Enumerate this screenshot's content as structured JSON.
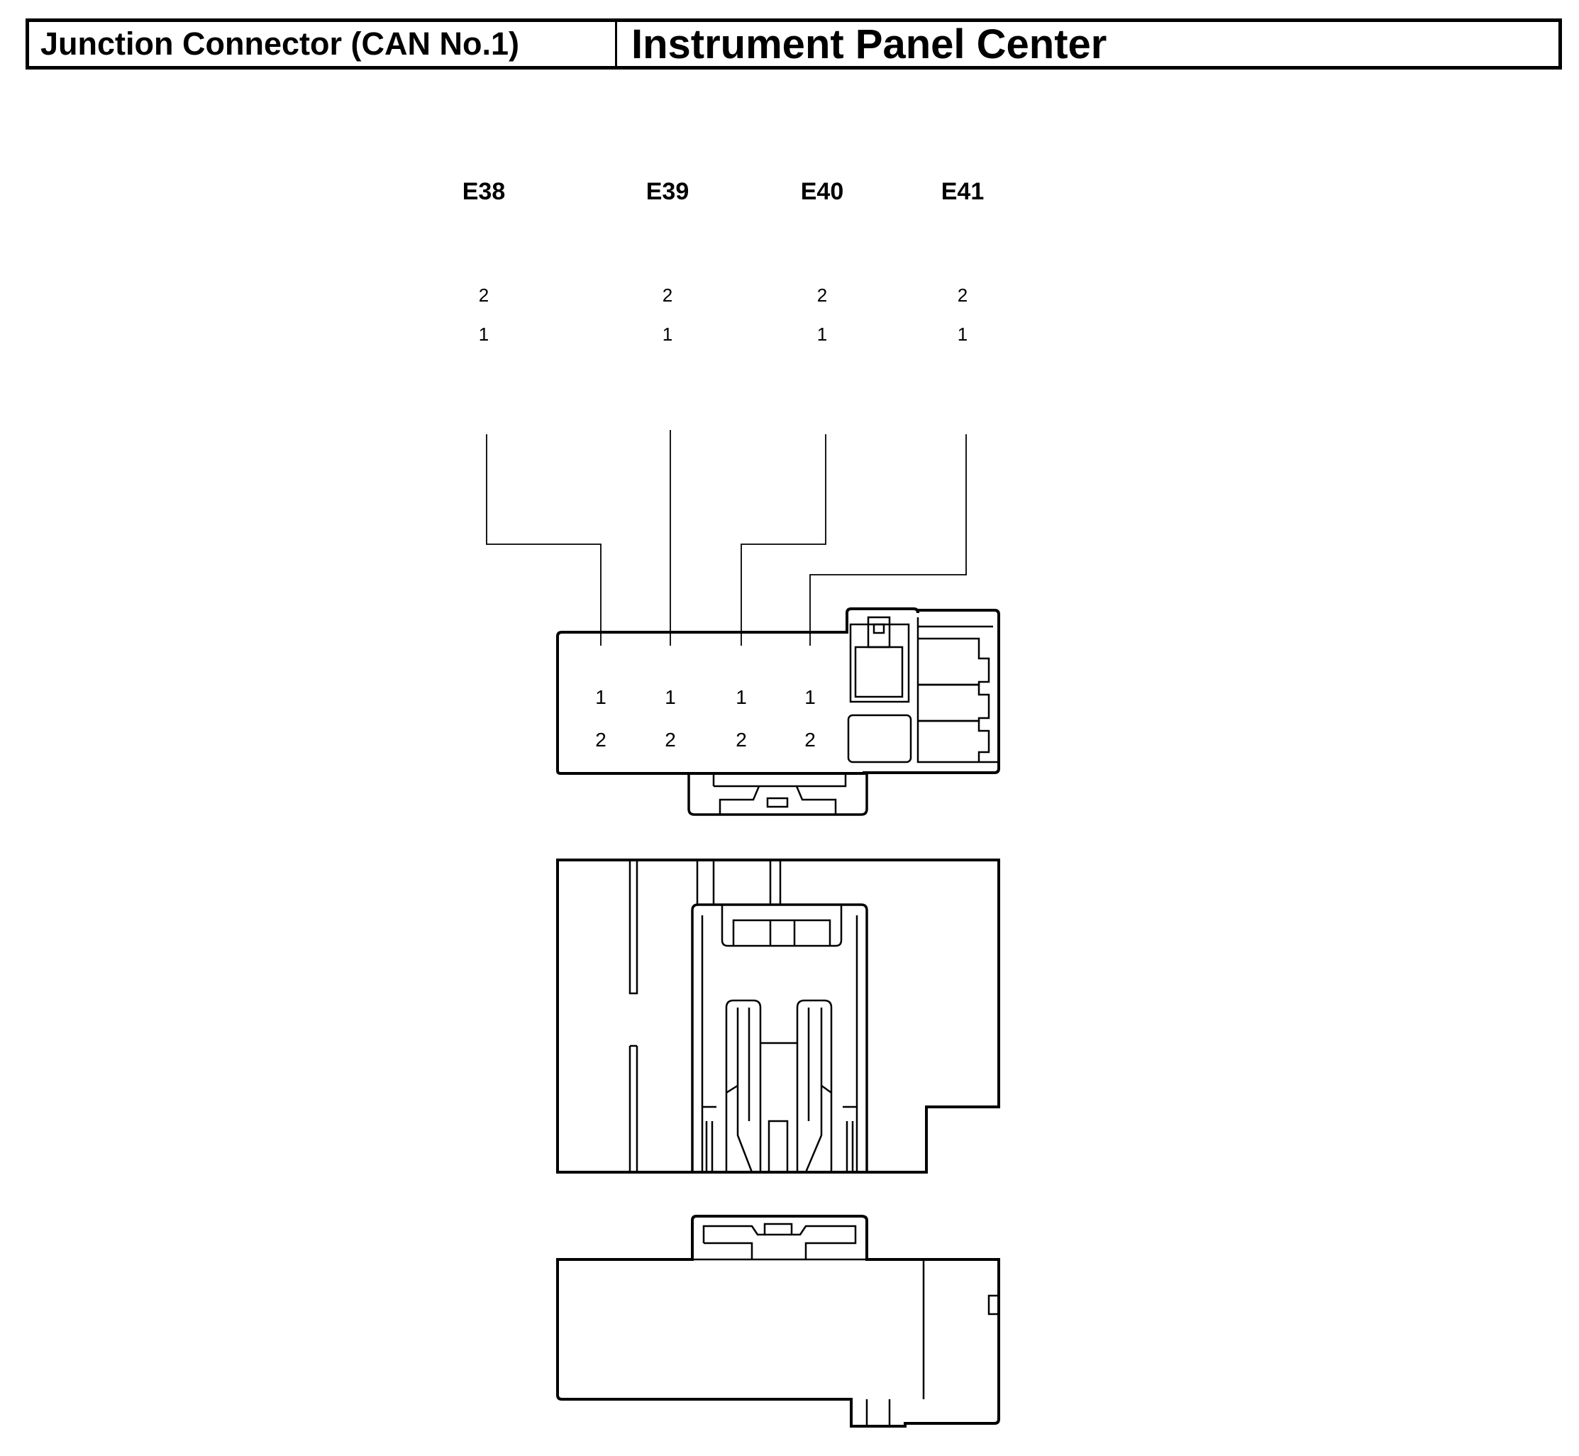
{
  "header": {
    "connector_name": "Junction Connector (CAN No.1)",
    "location": "Instrument Panel Center"
  },
  "plugs": [
    {
      "id": "E38",
      "pins": [
        "2",
        "1"
      ]
    },
    {
      "id": "E39",
      "pins": [
        "2",
        "1"
      ]
    },
    {
      "id": "E40",
      "pins": [
        "2",
        "1"
      ]
    },
    {
      "id": "E41",
      "pins": [
        "2",
        "1"
      ]
    }
  ],
  "front_view": {
    "cavities": [
      {
        "top": "1",
        "bottom": "2"
      },
      {
        "top": "1",
        "bottom": "2"
      },
      {
        "top": "1",
        "bottom": "2"
      },
      {
        "top": "1",
        "bottom": "2"
      }
    ]
  }
}
